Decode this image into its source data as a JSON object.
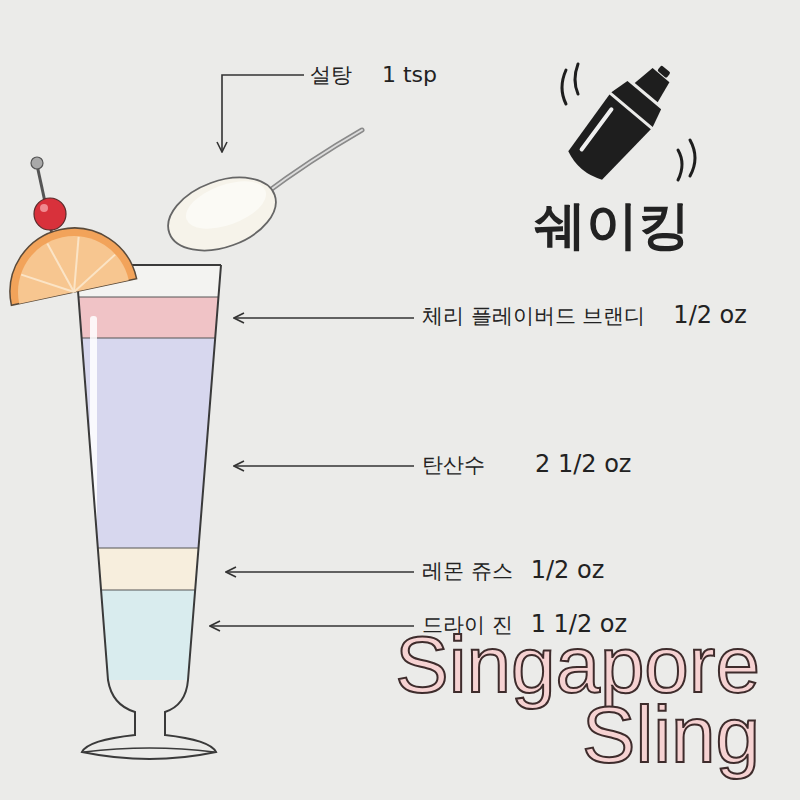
{
  "diagram": {
    "title": "Singapore Sling",
    "labels": [
      "설탕",
      "1 tsp",
      "쉐이킹",
      "체리 플레이버드 브랜디",
      "1/2 oz",
      "탄산수",
      "2 1/2 oz",
      "레몬 쥬스",
      "1/2 oz",
      "드라이 진",
      "1 1/2 oz"
    ]
  }
}
